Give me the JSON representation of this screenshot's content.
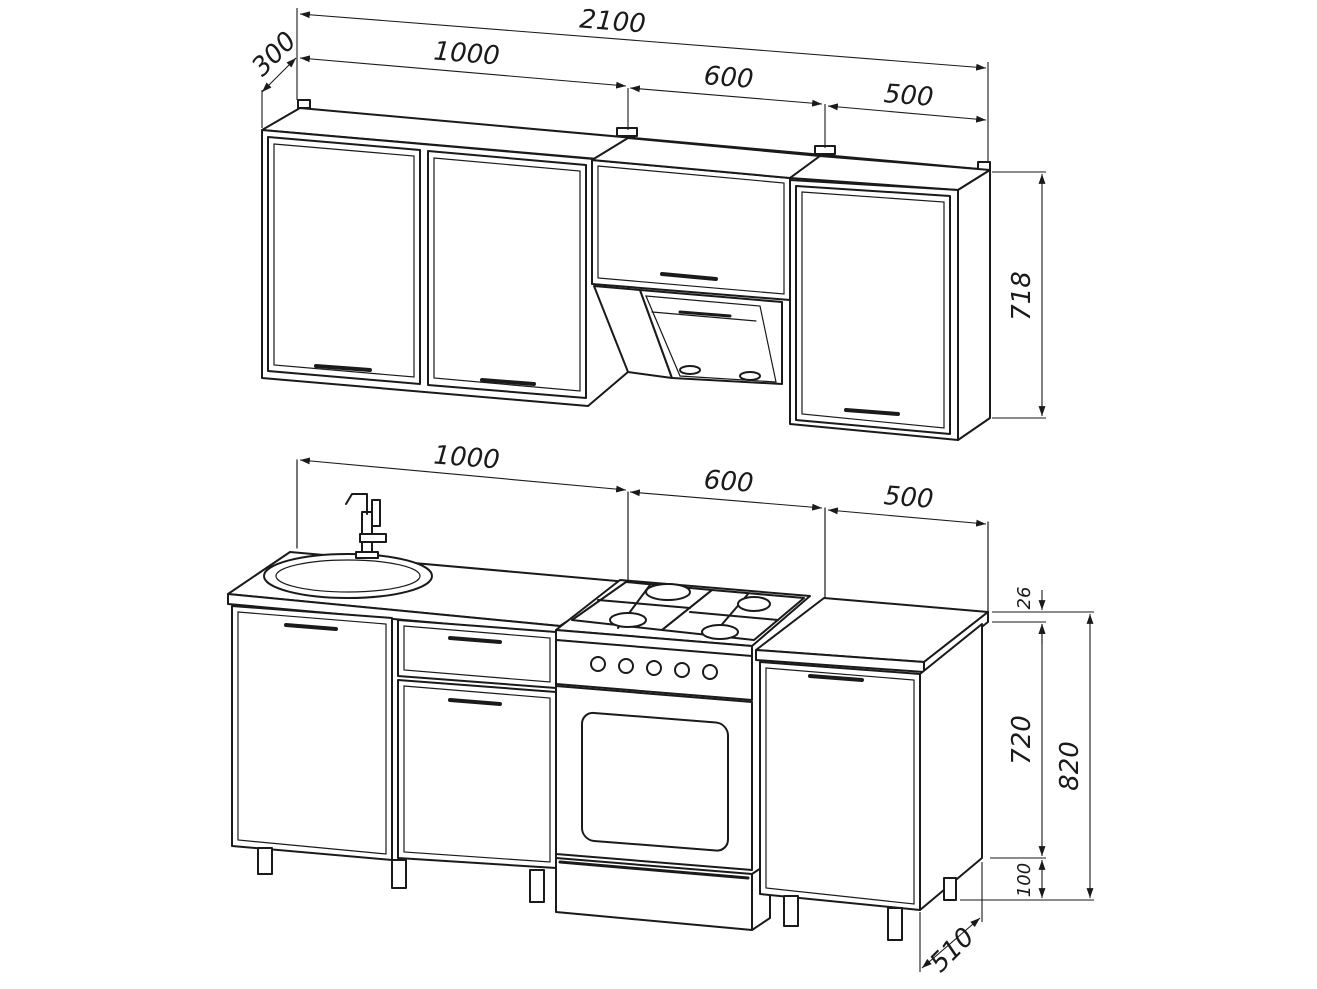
{
  "dimensions": {
    "total_width": "2100",
    "upper_depth": "300",
    "upper_left_width": "1000",
    "upper_middle_width": "600",
    "upper_right_width": "500",
    "upper_height": "718",
    "lower_left_width": "1000",
    "lower_middle_width": "600",
    "lower_right_width": "500",
    "countertop_thickness": "26",
    "base_height": "720",
    "total_base_height": "820",
    "leg_height": "100",
    "lower_depth": "510"
  }
}
